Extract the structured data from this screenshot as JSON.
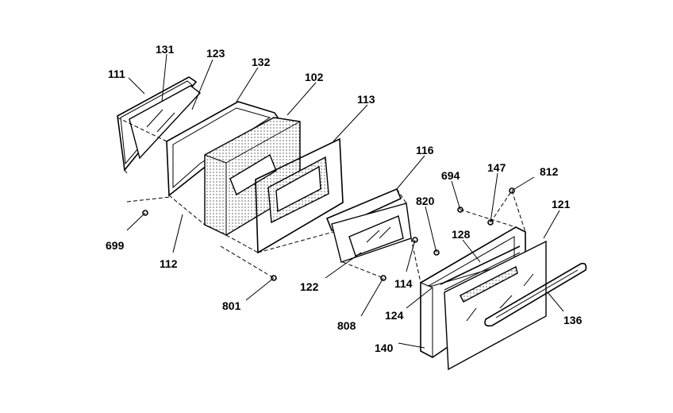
{
  "diagram": {
    "labels": [
      "111",
      "131",
      "123",
      "132",
      "102",
      "113",
      "116",
      "694",
      "147",
      "812",
      "121",
      "699",
      "112",
      "820",
      "128",
      "122",
      "114",
      "801",
      "124",
      "136",
      "808",
      "140"
    ]
  }
}
